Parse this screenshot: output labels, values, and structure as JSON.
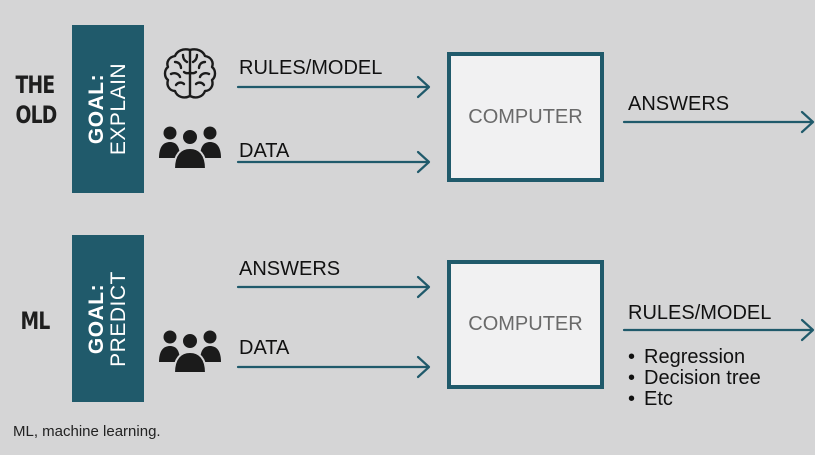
{
  "colors": {
    "accent": "#205a6b",
    "background": "#d5d5d6",
    "box_fill": "#f1f1f2"
  },
  "old": {
    "row_label_line1": "THE",
    "row_label_line2": "OLD",
    "goal_line1": "GOAL:",
    "goal_line2": "EXPLAIN",
    "input1": {
      "icon": "brain-icon",
      "label": "RULES/MODEL"
    },
    "input2": {
      "icon": "people-icon",
      "label": "DATA"
    },
    "box_label": "COMPUTER",
    "output_label": "ANSWERS"
  },
  "ml": {
    "row_label": "ML",
    "goal_line1": "GOAL:",
    "goal_line2": "PREDICT",
    "input1": {
      "label": "ANSWERS"
    },
    "input2": {
      "icon": "people-icon",
      "label": "DATA"
    },
    "box_label": "COMPUTER",
    "output_label": "RULES/MODEL",
    "output_items": [
      "Regression",
      "Decision tree",
      "Etc"
    ]
  },
  "caption": "ML, machine learning."
}
